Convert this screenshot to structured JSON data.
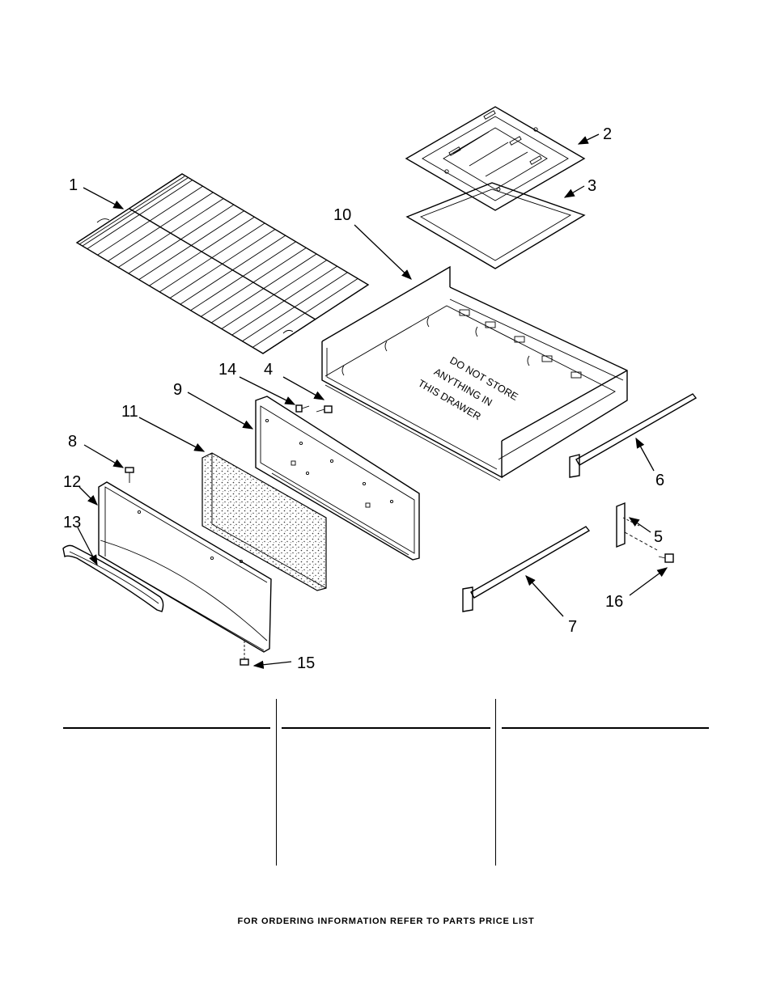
{
  "callouts": [
    "1",
    "2",
    "3",
    "4",
    "5",
    "6",
    "7",
    "8",
    "9",
    "10",
    "11",
    "12",
    "13",
    "14",
    "15",
    "16"
  ],
  "drawer_label": [
    "DO NOT STORE",
    "ANYTHING IN",
    "THIS DRAWER"
  ],
  "footer": "FOR ORDERING INFORMATION REFER TO PARTS PRICE LIST"
}
